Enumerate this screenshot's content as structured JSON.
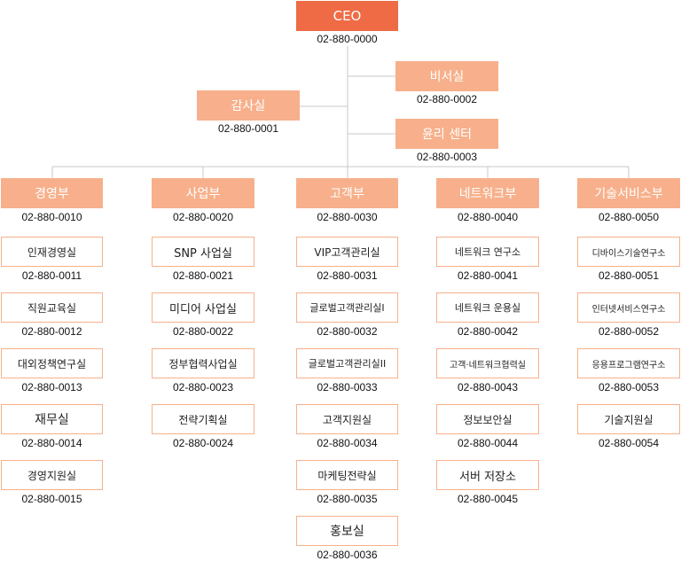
{
  "ceo": {
    "title": "CEO",
    "phone": "02-880-0000"
  },
  "executive": [
    {
      "title": "비서실",
      "phone": "02-880-0002"
    },
    {
      "title": "감사실",
      "phone": "02-880-0001"
    },
    {
      "title": "윤리 센터",
      "phone": "02-880-0003"
    }
  ],
  "departments": [
    {
      "title": "경영부",
      "phone": "02-880-0010",
      "units": [
        {
          "title": "인재경영실",
          "phone": "02-880-0011"
        },
        {
          "title": "직원교육실",
          "phone": "02-880-0012"
        },
        {
          "title": "대외정책연구실",
          "phone": "02-880-0013"
        },
        {
          "title": "재무실",
          "phone": "02-880-0014"
        },
        {
          "title": "경영지원실",
          "phone": "02-880-0015"
        }
      ]
    },
    {
      "title": "사업부",
      "phone": "02-880-0020",
      "units": [
        {
          "title": "SNP 사업실",
          "phone": "02-880-0021"
        },
        {
          "title": "미디어 사업실",
          "phone": "02-880-0022"
        },
        {
          "title": "정부협력사업실",
          "phone": "02-880-0023"
        },
        {
          "title": "전략기획실",
          "phone": "02-880-0024"
        }
      ]
    },
    {
      "title": "고객부",
      "phone": "02-880-0030",
      "units": [
        {
          "title": "VIP고객관리실",
          "phone": "02-880-0031"
        },
        {
          "title": "글로벌고객관리실I",
          "phone": "02-880-0032"
        },
        {
          "title": "글로벌고객관리실II",
          "phone": "02-880-0033"
        },
        {
          "title": "고객지원실",
          "phone": "02-880-0034"
        },
        {
          "title": "마케팅전략실",
          "phone": "02-880-0035"
        },
        {
          "title": "홍보실",
          "phone": "02-880-0036"
        }
      ]
    },
    {
      "title": "네트워크부",
      "phone": "02-880-0040",
      "units": [
        {
          "title": "네트워크 연구소",
          "phone": "02-880-0041"
        },
        {
          "title": "네트워크 운용실",
          "phone": "02-880-0042"
        },
        {
          "title": "고객·네트워크협력실",
          "phone": "02-880-0043"
        },
        {
          "title": "정보보안실",
          "phone": "02-880-0044"
        },
        {
          "title": "서버 저장소",
          "phone": "02-880-0045"
        }
      ]
    },
    {
      "title": "기술서비스부",
      "phone": "02-880-0050",
      "units": [
        {
          "title": "디바이스기술연구소",
          "phone": "02-880-0051"
        },
        {
          "title": "인터넷서비스연구소",
          "phone": "02-880-0052"
        },
        {
          "title": "응용프로그램연구소",
          "phone": "02-880-0053"
        },
        {
          "title": "기술지원실",
          "phone": "02-880-0054"
        }
      ]
    }
  ],
  "colors": {
    "ceo": "#ee6b45",
    "dept": "#f7b08b",
    "line": "#c8c8c8"
  }
}
